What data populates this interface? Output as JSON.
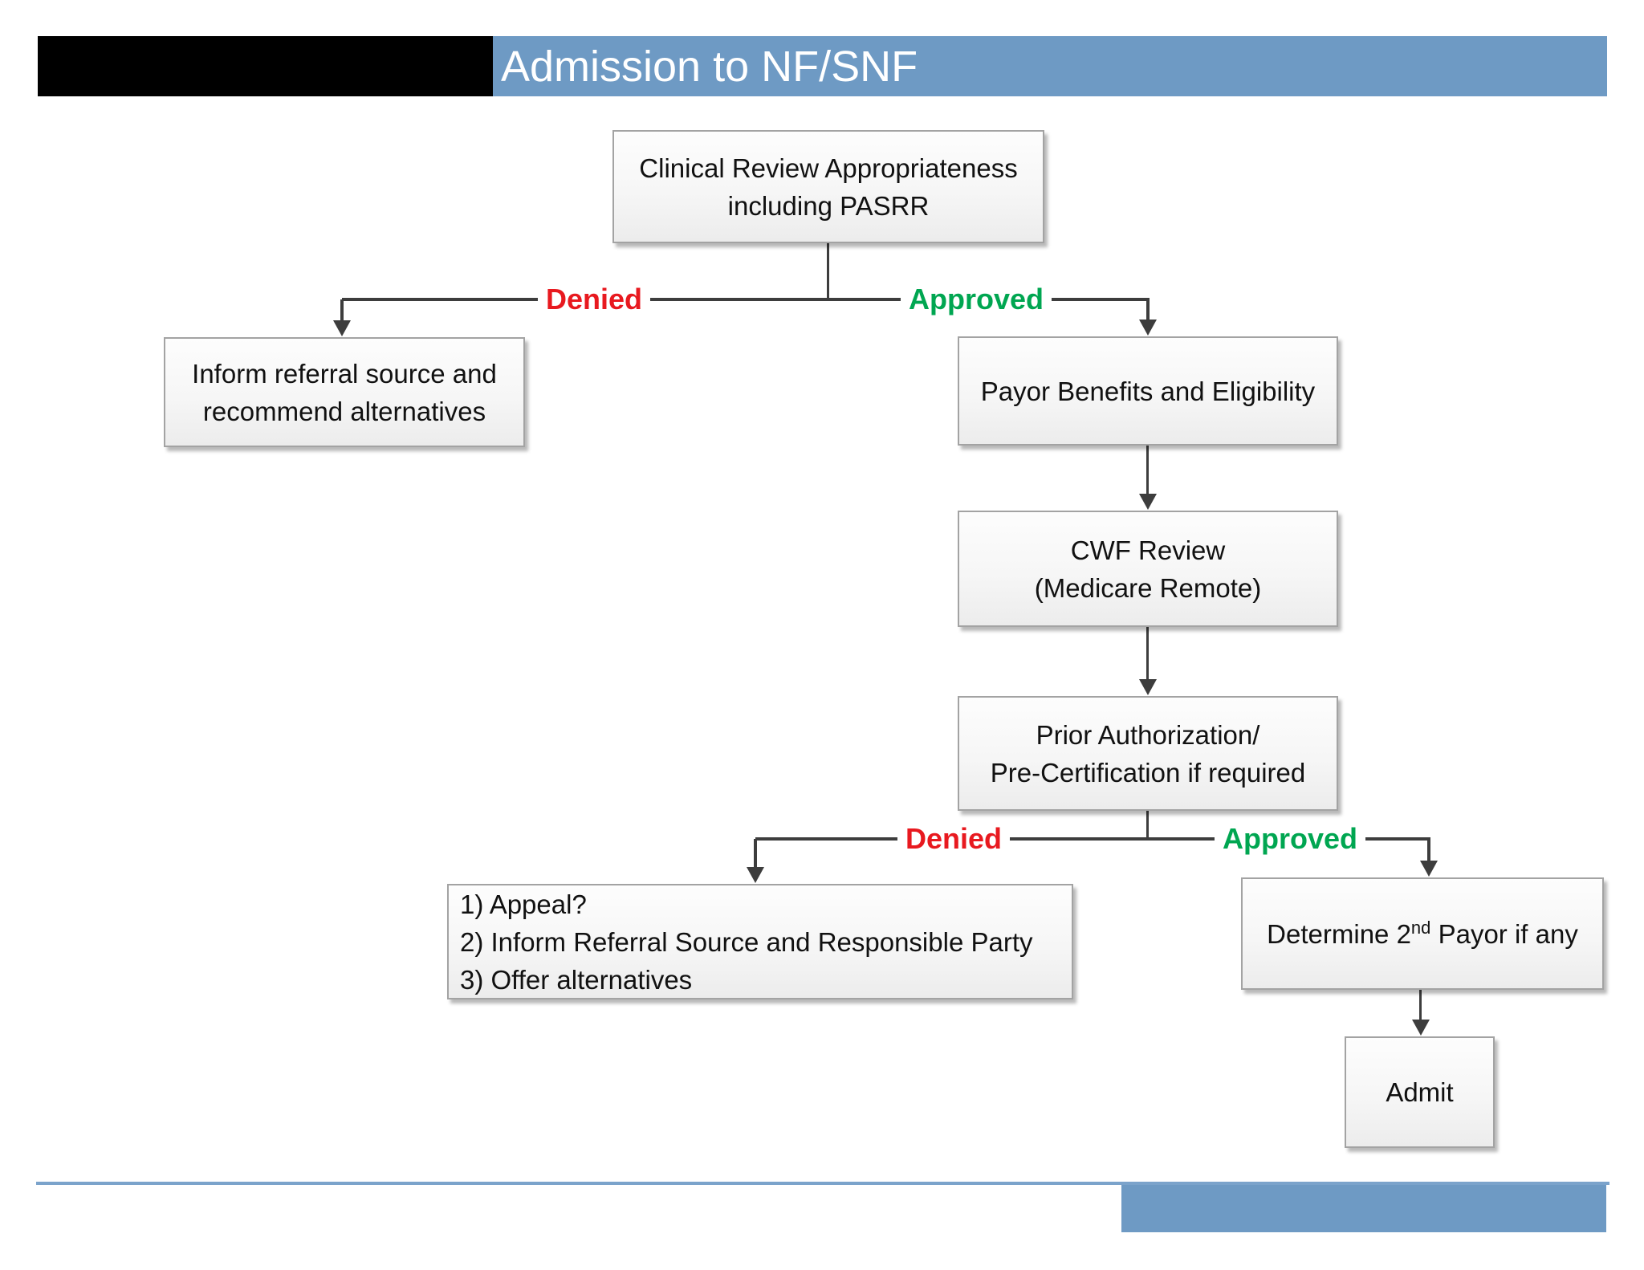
{
  "header": {
    "title": "Admission to NF/SNF"
  },
  "flowchart": {
    "clinical": {
      "lines": [
        "Clinical Review Appropriateness",
        "including PASRR"
      ]
    },
    "inform": {
      "lines": [
        "Inform referral source and",
        "recommend alternatives"
      ]
    },
    "payor": {
      "lines": [
        "Payor Benefits and Eligibility"
      ]
    },
    "cwf": {
      "lines": [
        "CWF Review",
        "(Medicare Remote)"
      ]
    },
    "prior": {
      "lines": [
        "Prior Authorization/",
        "Pre-Certification if required"
      ]
    },
    "appeal": {
      "lines": [
        "1) Appeal?",
        "2) Inform Referral Source and Responsible Party",
        "3) Offer alternatives"
      ]
    },
    "determine": {
      "label_pre": "Determine 2",
      "label_sup": "nd",
      "label_post": " Payor if any"
    },
    "admit": {
      "label": "Admit"
    }
  },
  "branch1": {
    "denied": "Denied",
    "approved": "Approved"
  },
  "branch2": {
    "denied": "Denied",
    "approved": "Approved"
  },
  "colors": {
    "header_blue": "#6e9ac4",
    "footer_blue": "#6e9ac4",
    "footer_line_blue": "#7ba3cb",
    "denied_red": "#e8191f",
    "approved_green": "#00a651",
    "connector_gray": "#3d3d3d",
    "box_border_gray": "#a3a3a3"
  }
}
